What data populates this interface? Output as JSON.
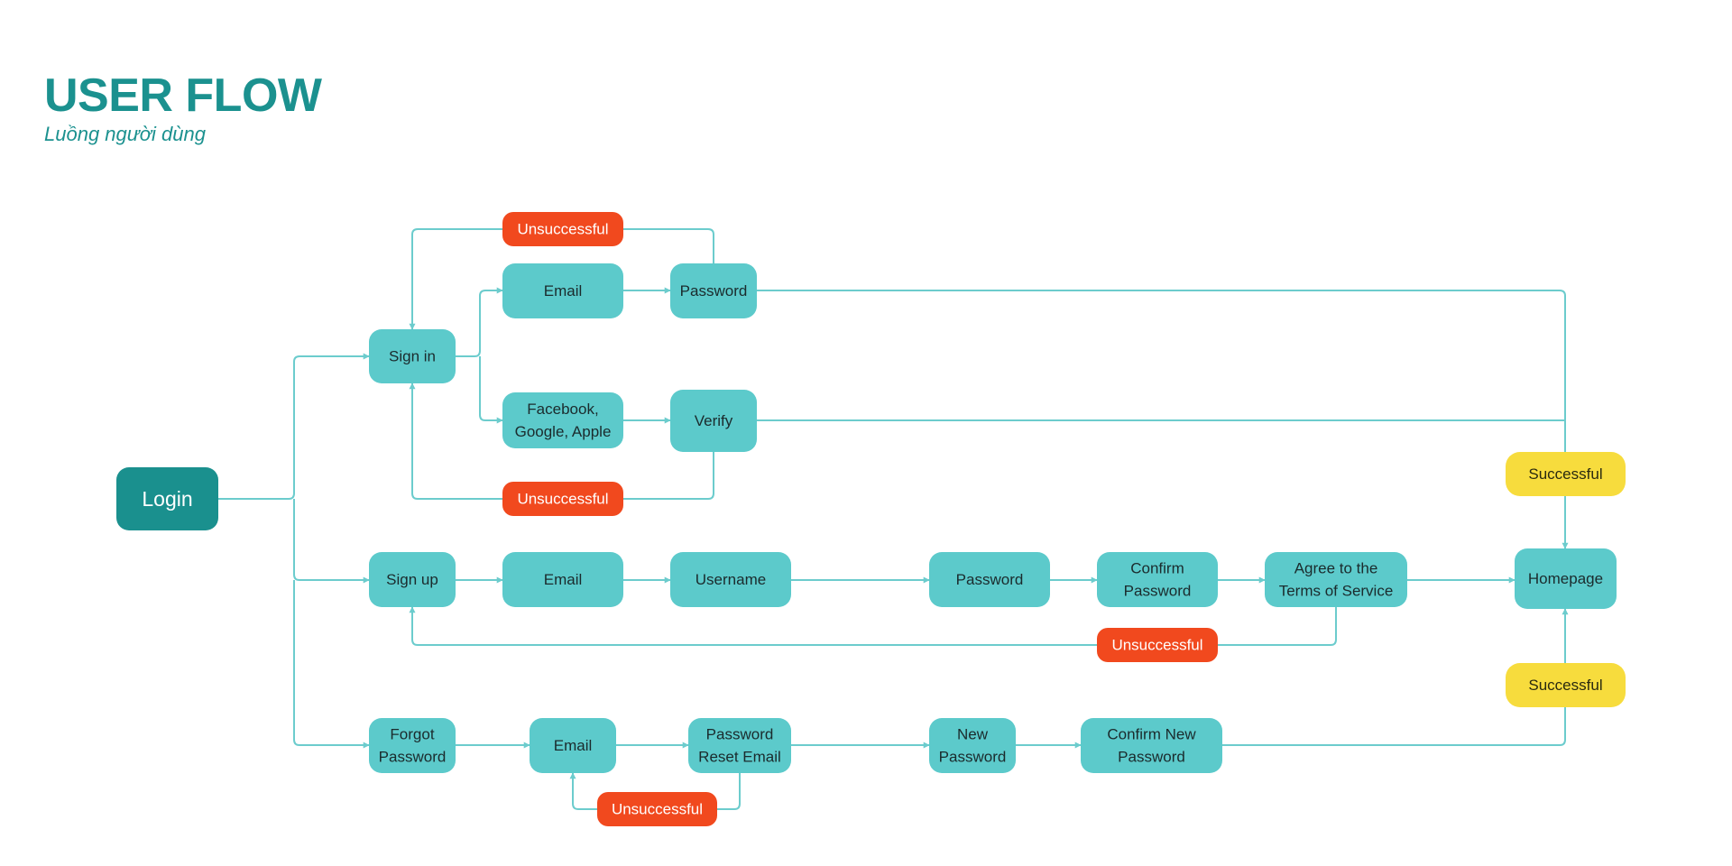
{
  "header": {
    "title": "USER FLOW",
    "subtitle": "Luồng người dùng"
  },
  "colors": {
    "teal": "#5ccacb",
    "dark_teal": "#1a908e",
    "red": "#f1491e",
    "yellow": "#f7dc3d",
    "line": "#6ccccd",
    "title": "#1b918f"
  },
  "nodes": {
    "login": {
      "lines": [
        "Login"
      ],
      "style": "dark"
    },
    "sign_in": {
      "lines": [
        "Sign in"
      ],
      "style": "teal"
    },
    "signin_email": {
      "lines": [
        "Email"
      ],
      "style": "teal"
    },
    "signin_password": {
      "lines": [
        "Password"
      ],
      "style": "teal"
    },
    "signin_unsuccessful_top": {
      "lines": [
        "Unsuccessful"
      ],
      "style": "red"
    },
    "social": {
      "lines": [
        "Facebook,",
        "Google, Apple"
      ],
      "style": "teal"
    },
    "verify": {
      "lines": [
        "Verify"
      ],
      "style": "teal"
    },
    "signin_unsuccessful_bottom": {
      "lines": [
        "Unsuccessful"
      ],
      "style": "red"
    },
    "sign_up": {
      "lines": [
        "Sign up"
      ],
      "style": "teal"
    },
    "signup_email": {
      "lines": [
        "Email"
      ],
      "style": "teal"
    },
    "username": {
      "lines": [
        "Username"
      ],
      "style": "teal"
    },
    "signup_password": {
      "lines": [
        "Password"
      ],
      "style": "teal"
    },
    "confirm_password": {
      "lines": [
        "Confirm",
        "Password"
      ],
      "style": "teal"
    },
    "terms": {
      "lines": [
        "Agree to the",
        "Terms of Service"
      ],
      "style": "teal"
    },
    "signup_unsuccessful": {
      "lines": [
        "Unsuccessful"
      ],
      "style": "red"
    },
    "homepage": {
      "lines": [
        "Homepage"
      ],
      "style": "teal"
    },
    "successful_top": {
      "lines": [
        "Successful"
      ],
      "style": "yellow"
    },
    "successful_bottom": {
      "lines": [
        "Successful"
      ],
      "style": "yellow"
    },
    "forgot_password": {
      "lines": [
        "Forgot",
        "Password"
      ],
      "style": "teal"
    },
    "forgot_email": {
      "lines": [
        "Email"
      ],
      "style": "teal"
    },
    "reset_email": {
      "lines": [
        "Password",
        "Reset Email"
      ],
      "style": "teal"
    },
    "forgot_unsuccessful": {
      "lines": [
        "Unsuccessful"
      ],
      "style": "red"
    },
    "new_password": {
      "lines": [
        "New",
        "Password"
      ],
      "style": "teal"
    },
    "confirm_new_password": {
      "lines": [
        "Confirm New",
        "Password"
      ],
      "style": "teal"
    }
  }
}
